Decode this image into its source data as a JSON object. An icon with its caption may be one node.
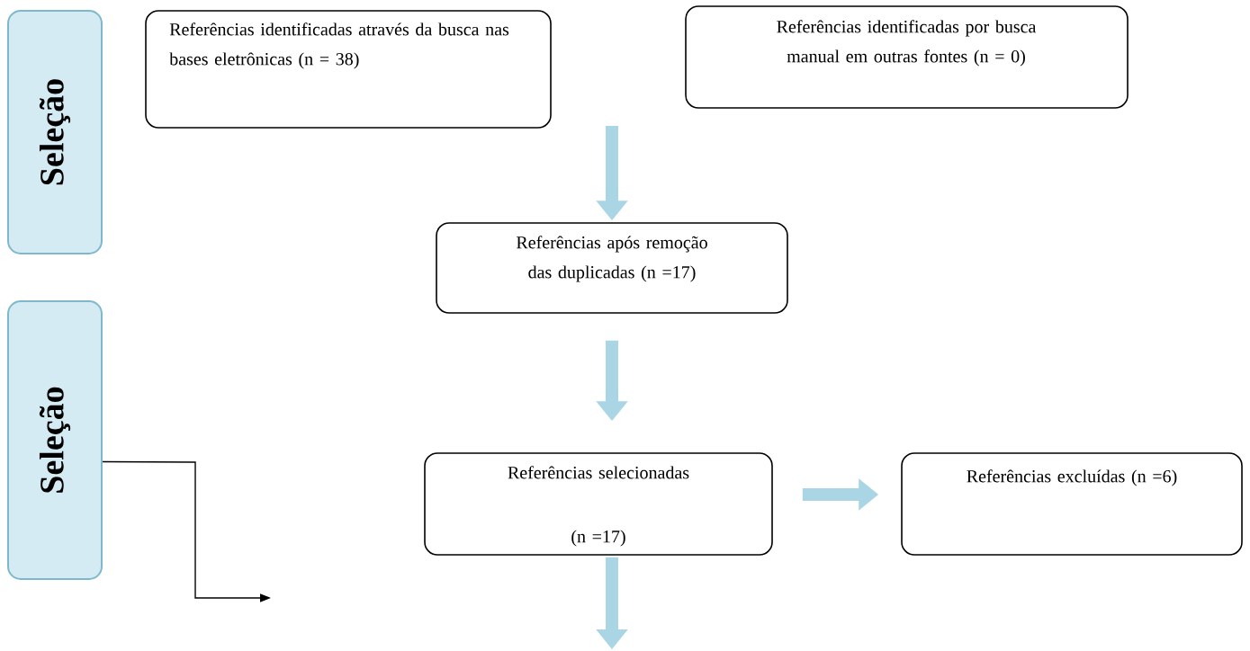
{
  "diagram": {
    "nodes": [
      {
        "text": [
          "Seleção"
        ]
      },
      {
        "text": [
          "Referências identificadas através da busca nas bases eletrônicas (n = 38)"
        ]
      },
      {
        "text": [
          "Referências identificadas por busca manual em outras fontes (n = 0)"
        ]
      },
      {
        "text": [
          "Referências após remoção das duplicadas (n =17)"
        ]
      },
      {
        "text": [
          "Seleção"
        ]
      },
      {
        "text": [
          "Referências selecionadas",
          "(n =17)"
        ]
      },
      {
        "text": [
          "Referências excluídas (n =6)"
        ]
      }
    ],
    "edges": [
      {
        "from": null,
        "to": 3,
        "arrow": "to"
      },
      {
        "from": 3,
        "to": 5,
        "arrow": "to"
      },
      {
        "from": 5,
        "to": 6,
        "arrow": "to"
      },
      {
        "from": 5,
        "to": null,
        "arrow": "to"
      },
      {
        "from": 4,
        "to": null,
        "arrow": "to",
        "color": "#000000"
      }
    ]
  }
}
